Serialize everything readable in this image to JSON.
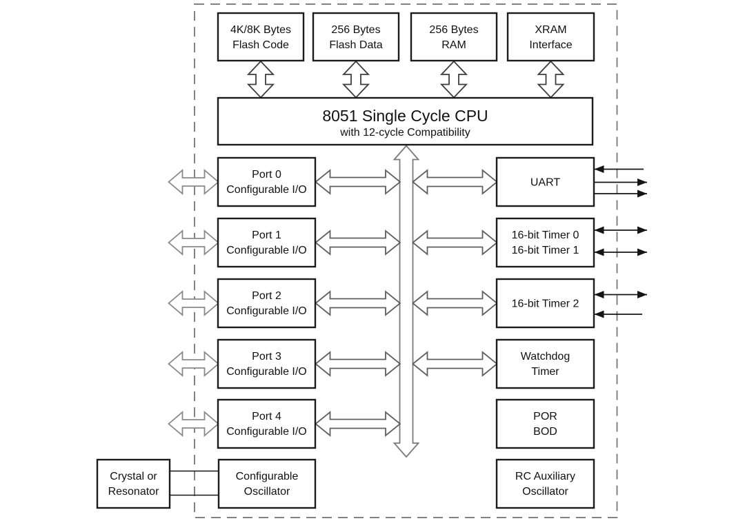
{
  "colors": {
    "background": "#ffffff",
    "box_border": "#1a1a1a",
    "dashed_border": "#818181",
    "mem_arrow": "#3c3c3c",
    "bus_arrow": "#7a7a7a",
    "conn_arrow": "#5f5f5f",
    "io_arrow": "#8a8a8a",
    "signal_arrow": "#151515",
    "text_color": "#111111"
  },
  "chip": {
    "memory_blocks": [
      {
        "line1": "4K/8K Bytes",
        "line2": "Flash Code"
      },
      {
        "line1": "256 Bytes",
        "line2": "Flash Data"
      },
      {
        "line1": "256 Bytes",
        "line2": "RAM"
      },
      {
        "line1": "XRAM",
        "line2": "Interface"
      }
    ],
    "cpu": {
      "title": "8051 Single Cycle CPU",
      "subtitle": "with 12-cycle Compatibility"
    },
    "ports": [
      {
        "line1": "Port 0",
        "line2": "Configurable I/O"
      },
      {
        "line1": "Port 1",
        "line2": "Configurable I/O"
      },
      {
        "line1": "Port 2",
        "line2": "Configurable I/O"
      },
      {
        "line1": "Port 3",
        "line2": "Configurable I/O"
      },
      {
        "line1": "Port 4",
        "line2": "Configurable I/O"
      }
    ],
    "peripherals": [
      {
        "line1": "UART"
      },
      {
        "line1": "16-bit Timer 0",
        "line2": "16-bit Timer 1"
      },
      {
        "line1": "16-bit Timer 2"
      },
      {
        "line1": "Watchdog",
        "line2": "Timer"
      },
      {
        "line1": "POR",
        "line2": "BOD"
      },
      {
        "line1": "RC Auxiliary",
        "line2": "Oscillator"
      }
    ],
    "oscillator": {
      "line1": "Configurable",
      "line2": "Oscillator"
    }
  },
  "external": {
    "crystal": {
      "line1": "Crystal or",
      "line2": "Resonator"
    }
  }
}
